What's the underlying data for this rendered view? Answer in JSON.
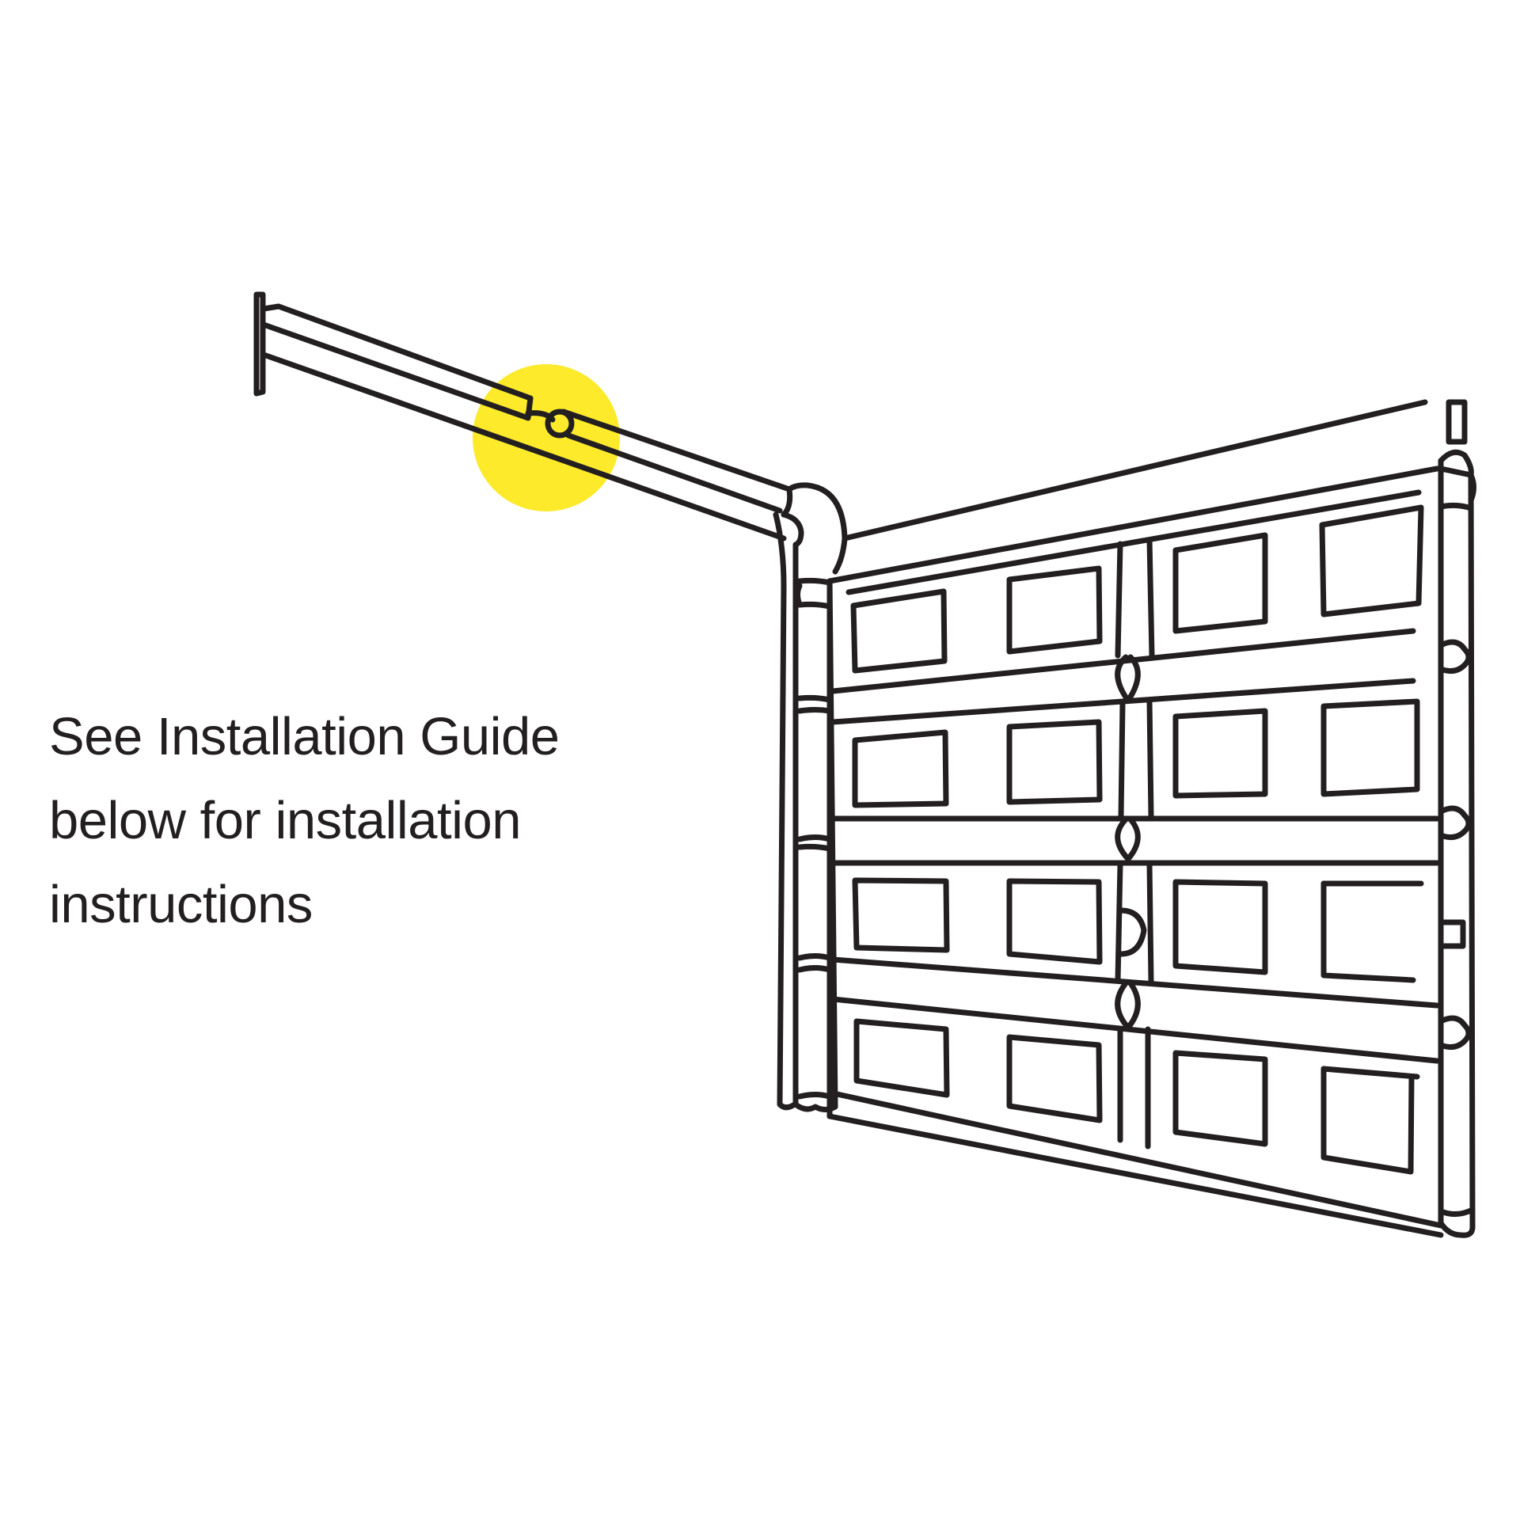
{
  "caption": {
    "lines": [
      "See Installation Guide",
      "below for installation",
      "instructions"
    ]
  },
  "illustration": {
    "subject": "garage door with opener arm",
    "highlight_color": "#fcea2b",
    "line_color": "#231f20",
    "background": "#ffffff"
  }
}
